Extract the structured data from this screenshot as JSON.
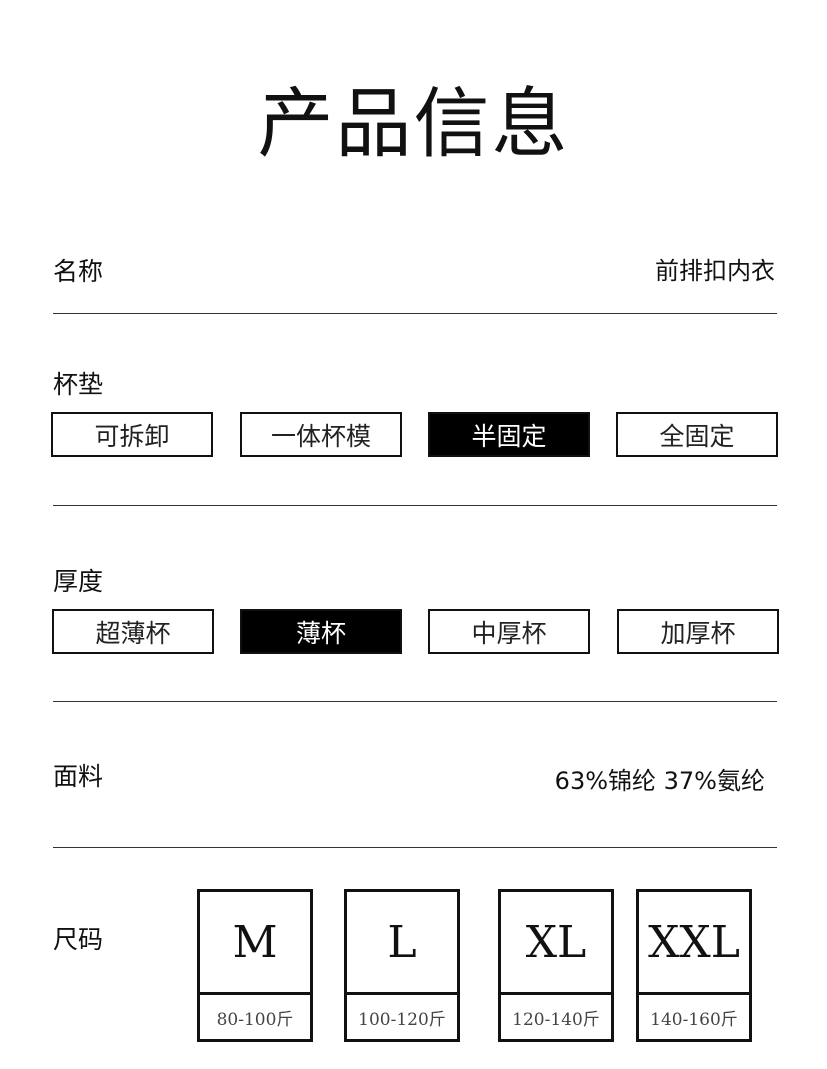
{
  "title": "产品信息",
  "name": {
    "label": "名称",
    "value": "前排扣内衣"
  },
  "cup": {
    "label": "杯垫",
    "options": [
      "可拆卸",
      "一体杯模",
      "半固定",
      "全固定"
    ],
    "selected": "半固定"
  },
  "thickness": {
    "label": "厚度",
    "options": [
      "超薄杯",
      "薄杯",
      "中厚杯",
      "加厚杯"
    ],
    "selected": "薄杯"
  },
  "fabric": {
    "label": "面料",
    "value": "63%锦纶 37%氨纶"
  },
  "sizes": {
    "label": "尺码",
    "items": [
      {
        "size": "M",
        "range": "80-100斤"
      },
      {
        "size": "L",
        "range": "100-120斤"
      },
      {
        "size": "XL",
        "range": "120-140斤"
      },
      {
        "size": "XXL",
        "range": "140-160斤"
      }
    ]
  }
}
